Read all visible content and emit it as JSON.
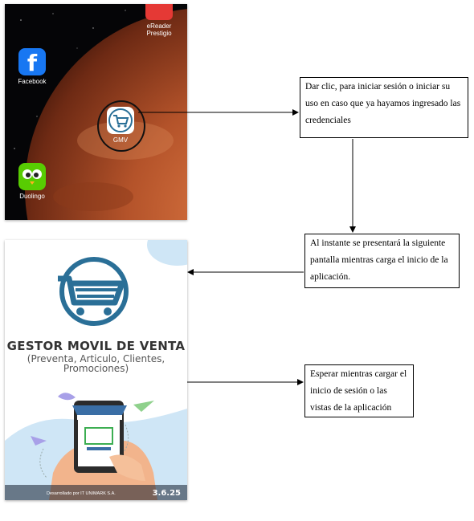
{
  "home_screen": {
    "apps": [
      {
        "label": "eReader Prestigio",
        "icon": "ereader-icon"
      },
      {
        "label": "Facebook",
        "icon": "facebook-icon"
      },
      {
        "label": "GMV",
        "icon": "cart-icon"
      },
      {
        "label": "Duolingo",
        "icon": "duolingo-icon"
      }
    ]
  },
  "splash_screen": {
    "title": "GESTOR MOVIL DE VENTA",
    "subtitle": "(Preventa, Articulo, Clientes, Promociones)",
    "developer": "Desarrollado por IT UNIMARK S.A.",
    "version": "3.6.25"
  },
  "annotations": [
    {
      "text": "Dar clic, para iniciar sesión o iniciar su uso en caso que ya hayamos ingresado las credenciales"
    },
    {
      "text": "Al instante se presentará la siguiente pantalla mientras carga el inicio de la aplicación."
    },
    {
      "text": "Esperar mientras cargar el inicio de sesión o las vistas de la aplicación"
    }
  ],
  "colors": {
    "cart_blue": "#2a6f97",
    "facebook_blue": "#1877f2",
    "duolingo_green": "#58cc02",
    "ereader_red": "#e53935"
  }
}
